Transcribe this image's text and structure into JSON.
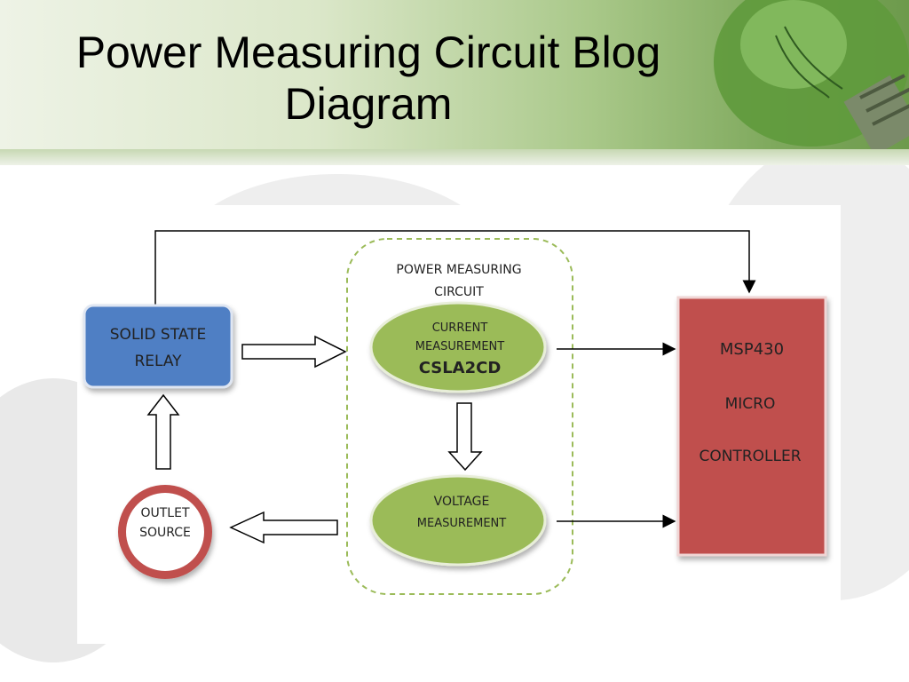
{
  "title": "Power Measuring Circuit Blog Diagram",
  "diagram": {
    "relay": {
      "line1": "SOLID STATE",
      "line2": "RELAY"
    },
    "outlet": {
      "line1": "OUTLET",
      "line2": "SOURCE"
    },
    "group": {
      "line1": "POWER MEASURING",
      "line2": "CIRCUIT"
    },
    "current": {
      "line1": "CURRENT",
      "line2": "MEASUREMENT",
      "line3": "CSLA2CD"
    },
    "voltage": {
      "line1": "VOLTAGE",
      "line2": "MEASUREMENT"
    },
    "mcu": {
      "line1": "MSP430",
      "line2": "MICRO",
      "line3": "CONTROLLER"
    }
  },
  "colors": {
    "relay": "#4f7fc4",
    "ellipse": "#9bbb59",
    "mcu": "#c0504d",
    "outlet_ring": "#c0504d",
    "group_border": "#9bbb59"
  }
}
